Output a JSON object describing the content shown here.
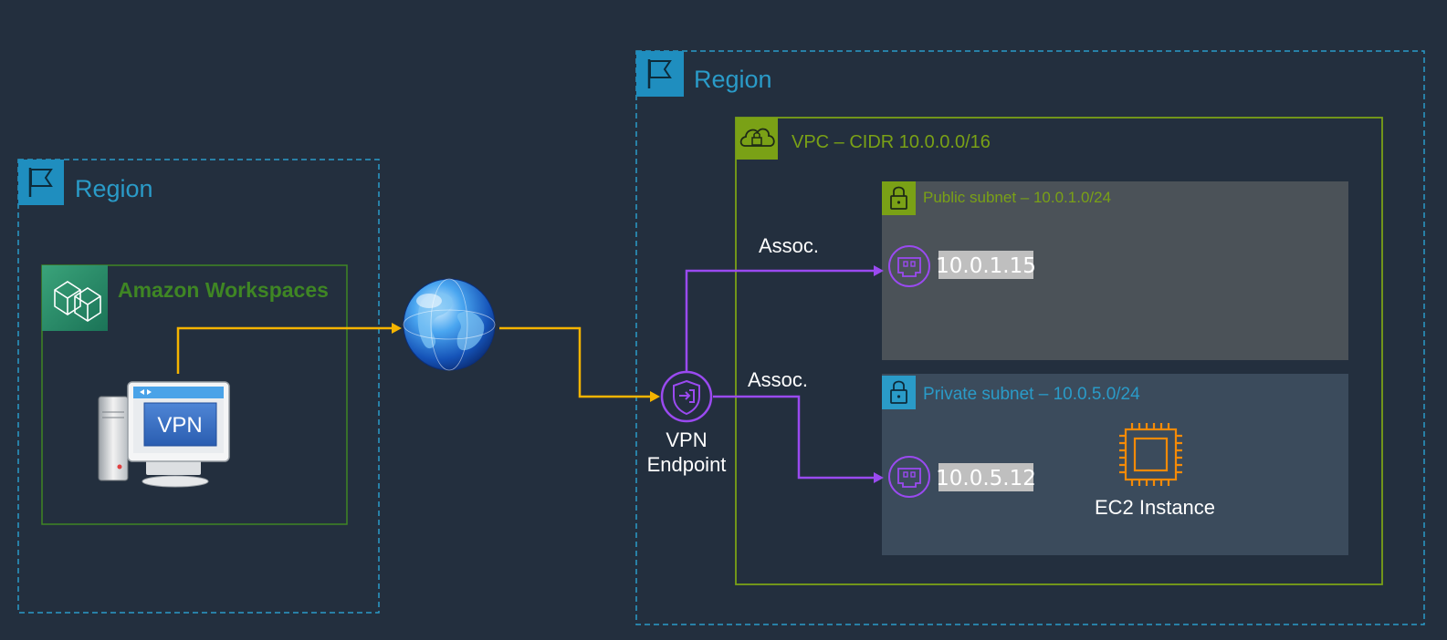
{
  "regions": [
    {
      "label": "Region"
    },
    {
      "label": "Region"
    }
  ],
  "workspaces": {
    "label": "Amazon Workspaces",
    "screen_label": "VPN"
  },
  "vpc": {
    "label": "VPC – CIDR 10.0.0.0/16"
  },
  "public_subnet": {
    "label": "Public subnet – 10.0.1.0/24",
    "eni_ip": "10.0.1.15"
  },
  "private_subnet": {
    "label": "Private subnet – 10.0.5.0/24",
    "eni_ip": "10.0.5.12"
  },
  "vpn_endpoint": {
    "label_line1": "VPN",
    "label_line2": "Endpoint"
  },
  "associations": [
    {
      "label": "Assoc."
    },
    {
      "label": "Assoc."
    }
  ],
  "ec2": {
    "label": "EC2 Instance"
  },
  "colors": {
    "background": "#232f3e",
    "region_border": "#2a9bc8",
    "vpc_border": "#7aa116",
    "workspaces_border": "#3f8624",
    "public_subnet_fill": "#4b5258",
    "private_subnet_fill": "#3b4b5c",
    "flow_line": "#f5b400",
    "assoc_line": "#9a4af0",
    "ec2_icon": "#f58a07"
  },
  "icons": [
    "flag-icon",
    "cloud-lock-icon",
    "padlock-icon",
    "workspaces-icon",
    "globe-icon",
    "vpn-computer-icon",
    "vpn-endpoint-icon",
    "network-interface-icon",
    "ec2-chip-icon"
  ]
}
